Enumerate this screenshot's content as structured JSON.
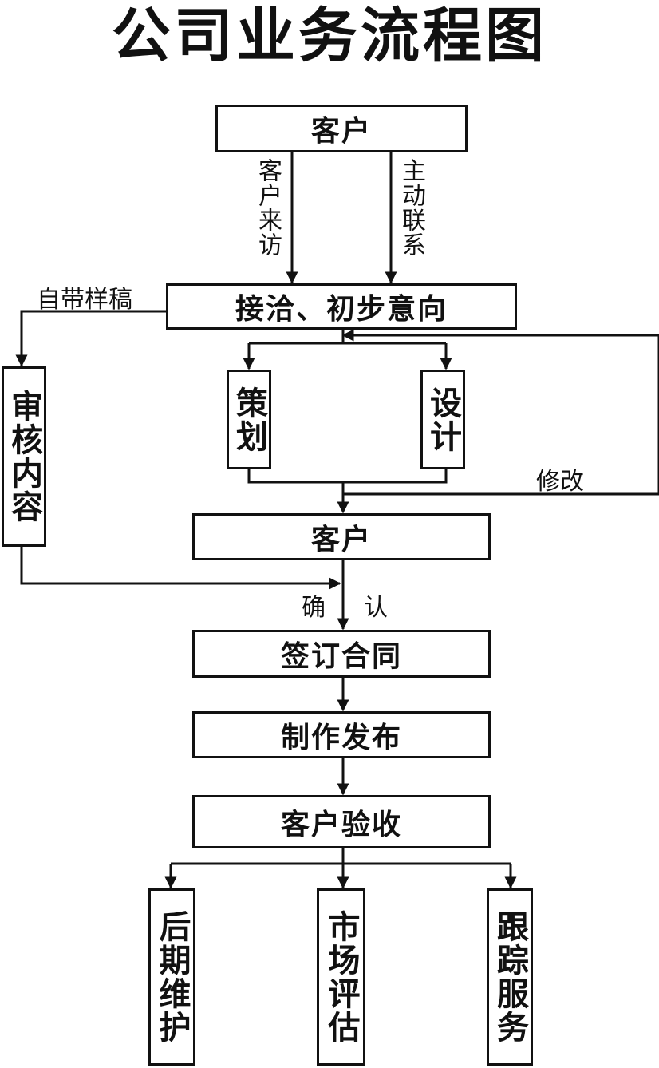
{
  "title": "公司业务流程图",
  "nodes": {
    "customer_top": "客户",
    "reception": "接洽、初步意向",
    "review": "审核内容",
    "planning": "策划",
    "design": "设计",
    "customer_mid": "客户",
    "contract": "签订合同",
    "production": "制作发布",
    "acceptance": "客户验收",
    "maintenance": "后期维护",
    "market": "市场评估",
    "followup": "跟踪服务"
  },
  "edge_labels": {
    "visit": "客户来访",
    "contact": "主动联系",
    "sample": "自带样稿",
    "revise": "修改",
    "confirm_1": "确",
    "confirm_2": "认"
  }
}
